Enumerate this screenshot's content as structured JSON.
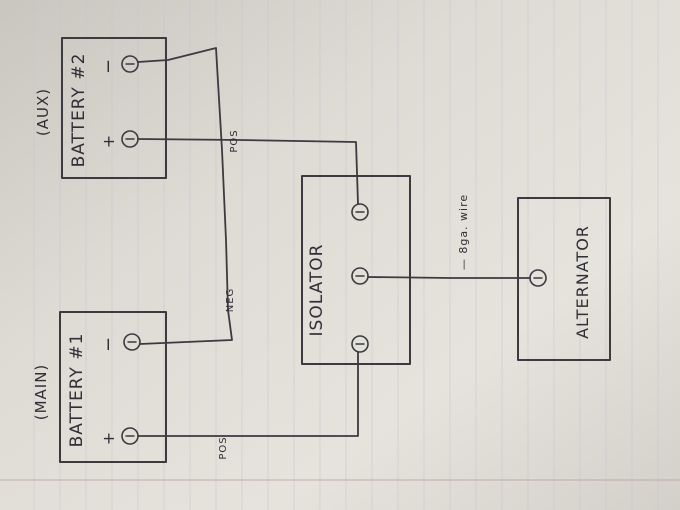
{
  "battery2": {
    "aux_label": "(AUX)",
    "name": "BATTERY #2",
    "plus": "+",
    "minus": "−"
  },
  "battery1": {
    "main_label": "(MAIN)",
    "name": "BATTERY #1",
    "plus": "+",
    "minus": "−"
  },
  "isolator": {
    "name": "ISOLATOR"
  },
  "alternator": {
    "name": "ALTERNATOR"
  },
  "wires": {
    "pos_top": "POS",
    "neg": "NEG",
    "pos_bottom": "POS",
    "gauge": "— 8ga. wire"
  },
  "colors": {
    "paper": "#e4e1da",
    "pencil": "#3a3a40",
    "margin_line": "#b9a7a6"
  }
}
